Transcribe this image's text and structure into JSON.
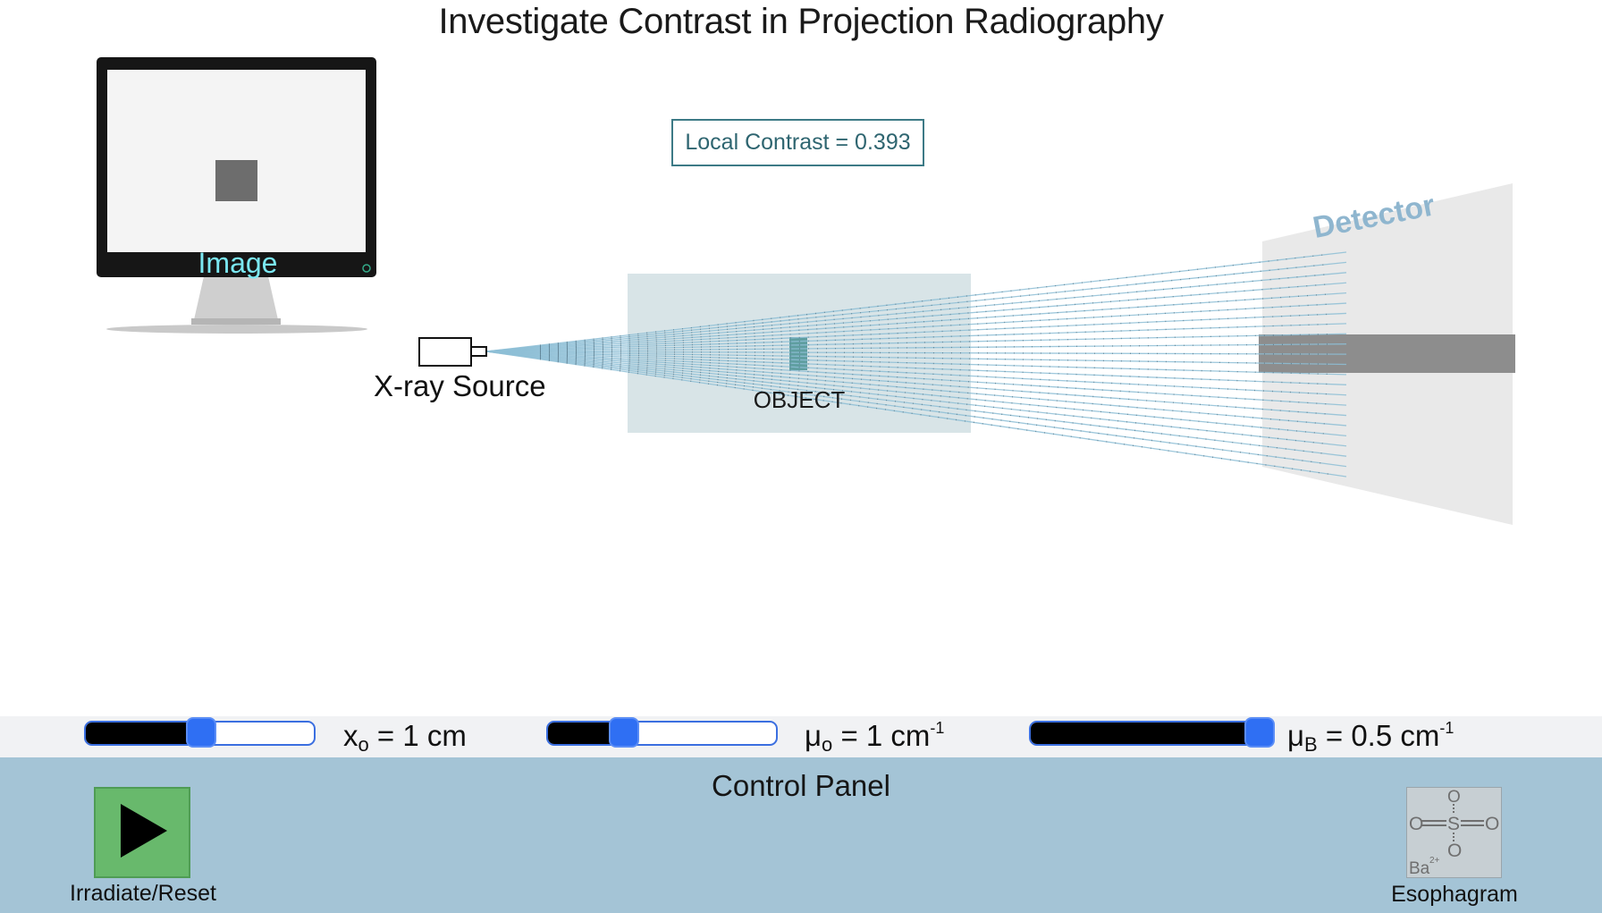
{
  "title": "Investigate Contrast in Projection Radiography",
  "scene": {
    "monitor_label": "Image",
    "local_contrast_text": "Local Contrast = 0.393",
    "source_label": "X-ray Source",
    "object_label": "OBJECT",
    "detector_label": "Detector"
  },
  "sliders": [
    {
      "symbol": "x",
      "subscript": "o",
      "value_text": "= 1 cm",
      "superscript": "",
      "fill_fraction": 0.5
    },
    {
      "symbol": "μ",
      "subscript": "o",
      "value_text": "= 1 cm",
      "superscript": "-1",
      "fill_fraction": 0.33
    },
    {
      "symbol": "μ",
      "subscript": "B",
      "value_text": "= 0.5 cm",
      "superscript": "-1",
      "fill_fraction": 1.0
    }
  ],
  "control_panel": {
    "title": "Control Panel",
    "irradiate_label": "Irradiate/Reset",
    "esophagram_label": "Esophagram",
    "esophagram_icon_text": {
      "oxygen": "O",
      "sulfur": "S",
      "barium": "Ba",
      "barium_charge": "2+"
    }
  },
  "colors": {
    "background": "#ffffff",
    "control_panel_bg": "#a4c4d6",
    "slider_strip_bg": "#f1f2f4",
    "slider_thumb": "#2f6ff3",
    "beam": "#8ebfd6",
    "object_region": "#d6e3e6",
    "monitor_label": "#7be8f2",
    "contrast_box_border": "#3d7a86",
    "detector_label": "#8fb6cf",
    "irradiate_button": "#68b96c"
  },
  "icons": {
    "play": "play-icon",
    "esophagram": "chemical-structure-icon"
  }
}
